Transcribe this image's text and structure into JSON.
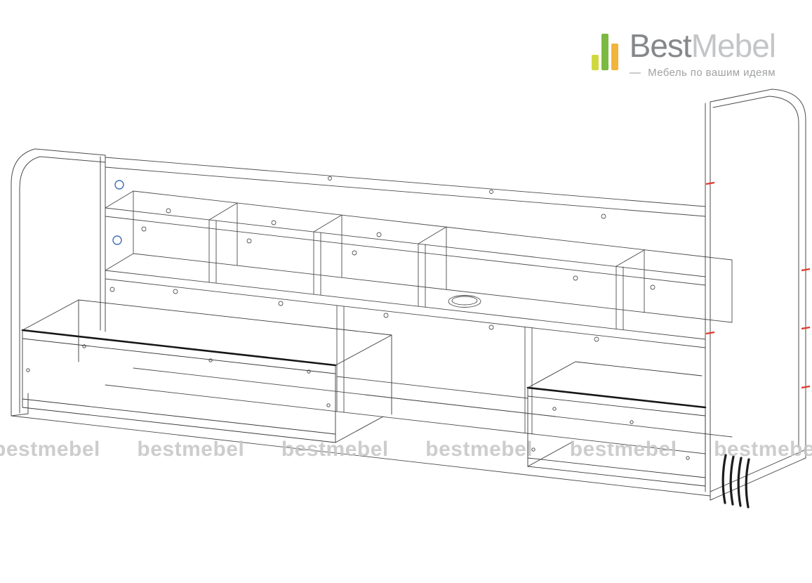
{
  "page": {
    "background_color": "#ffffff"
  },
  "brand": {
    "name_primary": "Best",
    "name_secondary": "Mebel",
    "tagline": "Мебель по вашим идеям",
    "colors": {
      "bar_lime": "#cfd93f",
      "bar_green": "#7cb942",
      "bar_yellow": "#f0b53a",
      "name_primary_color": "#85888b",
      "name_secondary_color": "#c3c5c7",
      "tagline_color": "#9fa1a3"
    }
  },
  "watermark": {
    "text": "bestmebel",
    "color": "#c5c5c5",
    "instances": [
      "bestmebel",
      "bestmebel",
      "bestmebel",
      "bestmebel",
      "bestmebel",
      "bestmebel"
    ]
  },
  "drawing": {
    "subject": "bed-frame-with-underbed-drawers-wireframe",
    "line_color": "#4b4b4b",
    "marker_red": "#e03a2f",
    "marker_blue": "#3f6fb5"
  }
}
